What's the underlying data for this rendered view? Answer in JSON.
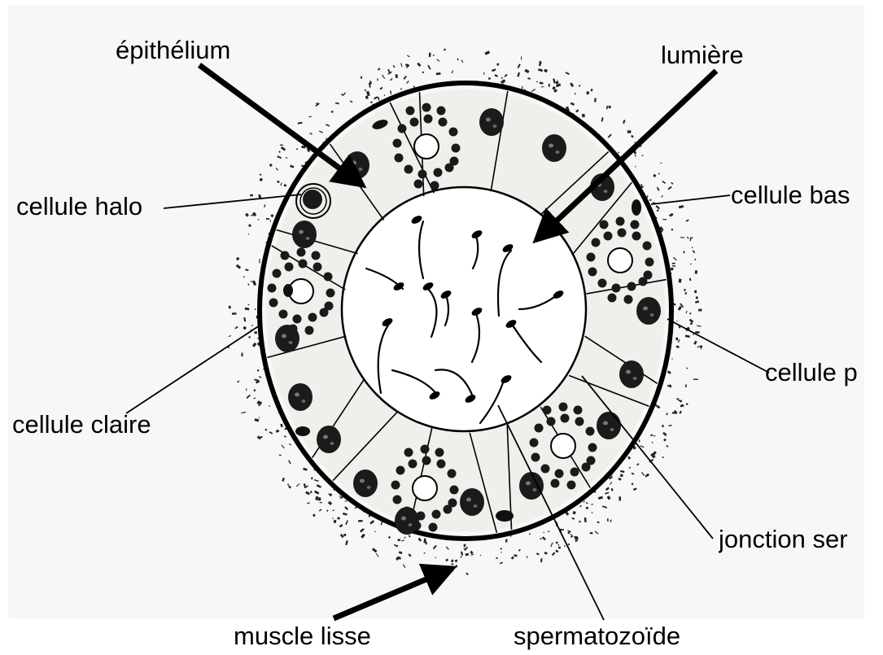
{
  "diagram": {
    "labels": {
      "epithelium": "épithélium",
      "lumen": "lumière",
      "halo_cell": "cellule halo",
      "basal_cell": "cellule bas",
      "principal_cell": "cellule p",
      "clear_cell": "cellule claire",
      "tight_junction": "jonction ser",
      "smooth_muscle": "muscle lisse",
      "spermatozoon": "spermatozoïde"
    }
  }
}
